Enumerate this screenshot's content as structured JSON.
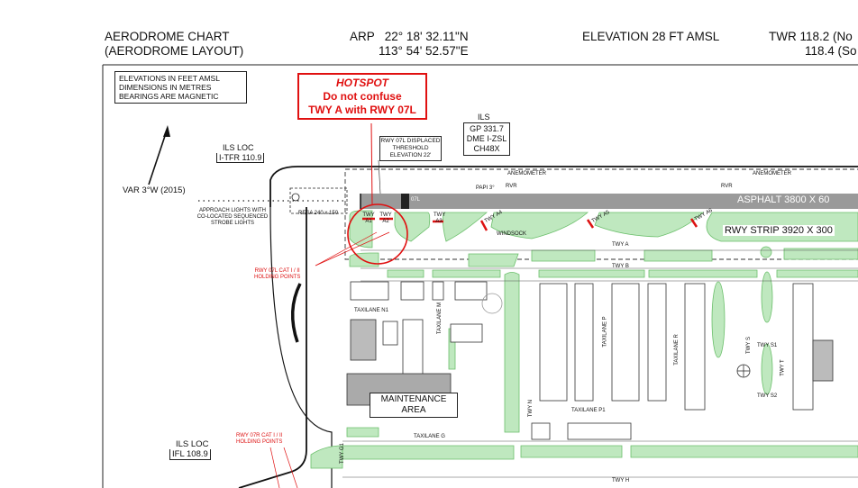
{
  "header": {
    "title_line1": "AERODROME CHART",
    "title_line2": "(AERODROME LAYOUT)",
    "arp_label": "ARP",
    "arp_lat": "22° 18' 32.11\"N",
    "arp_lon": "113° 54' 52.57\"E",
    "elevation": "ELEVATION 28 FT AMSL",
    "twr_line1": "TWR 118.2 (No",
    "twr_line2": "118.4 (So"
  },
  "notes": {
    "line1": "ELEVATIONS IN FEET AMSL",
    "line2": "DIMENSIONS IN METRES",
    "line3": "BEARINGS ARE MAGNETIC"
  },
  "hotspot": {
    "title": "HOTSPOT",
    "line1": "Do not confuse",
    "line2": "TWY A with RWY 07L"
  },
  "variation": "VAR 3°W (2015)",
  "ils_loc_07l": {
    "label": "ILS LOC",
    "ident": "I-TFR 110.9"
  },
  "ils_gp": {
    "label": "ILS",
    "line1": "GP 331.7",
    "line2": "DME I-ZSL",
    "line3": "CH48X"
  },
  "threshold_note": {
    "line1": "RWY 07L DISPLACED",
    "line2": "THRESHOLD",
    "line3": "ELEVATION 22'"
  },
  "approach_lights": {
    "line1": "APPROACH LIGHTS WITH",
    "line2": "CO-LOCATED SEQUENCED",
    "line3": "STROBE LIGHTS"
  },
  "resa": "RESA 240 x 150",
  "runway": {
    "surface": "ASPHALT 3800 X 60",
    "strip": "RWY STRIP 3920 X 300",
    "designator": "07L",
    "anemometer": "ANEMOMETER",
    "papi": "PAPI 3°",
    "rvr": "RVR",
    "windsock": "WINDSOCK"
  },
  "taxiways": {
    "a1": "TWY A1",
    "a2": "TWY A2",
    "a3": "TWY A3",
    "a4": "TWY A4",
    "a5": "TWY A5",
    "a6": "TWY A6",
    "twy_a": "TWY A",
    "twy_b": "TWY B",
    "twy_h": "TWY H",
    "twy_n": "TWY N",
    "twy_s": "TWY S",
    "twy_s1": "TWY S1",
    "twy_s2": "TWY S2",
    "twy_t": "TWY T",
    "twy_g1": "TWY G1",
    "taxilane_n1": "TAXILANE N1",
    "taxilane_m": "TAXILANE M",
    "taxilane_p": "TAXILANE P",
    "taxilane_r": "TAXILANE R",
    "taxilane_p1": "TAXILANE P1",
    "taxilane_g": "TAXILANE G"
  },
  "holding_07l": {
    "line1": "RWY 07L CAT I / II",
    "line2": "HOLDING POINTS"
  },
  "holding_07r": {
    "line1": "RWY 07R CAT I / II",
    "line2": "HOLDING POINTS"
  },
  "maintenance": {
    "line1": "MAINTENANCE",
    "line2": "AREA"
  },
  "ils_loc_07r": {
    "label": "ILS LOC",
    "ident": "IFL 108.9"
  },
  "colors": {
    "grass": "#bfe8bf",
    "grass_stroke": "#6bbf6b",
    "runway": "#9a9a9a",
    "hotspot": "#e01010"
  }
}
